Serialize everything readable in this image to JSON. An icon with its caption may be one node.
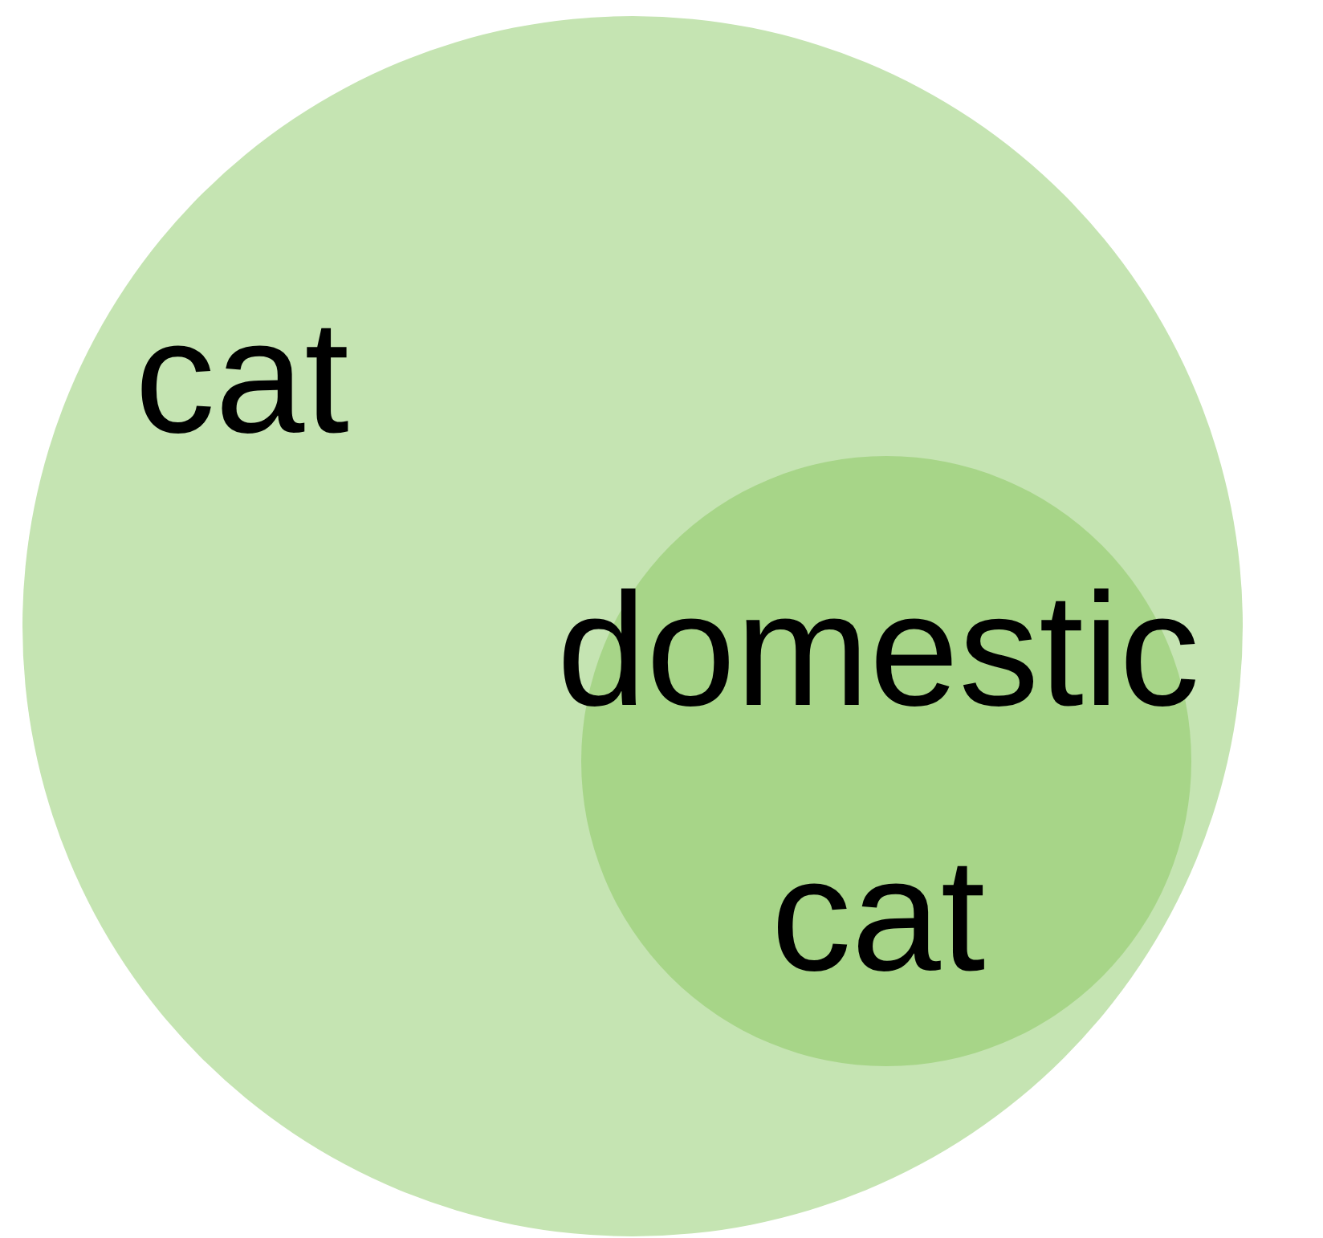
{
  "diagram": {
    "nodes": [
      {
        "text": [
          "cat"
        ]
      },
      {
        "text": [
          "domestic cat"
        ],
        "in": 0
      }
    ],
    "edges": []
  }
}
